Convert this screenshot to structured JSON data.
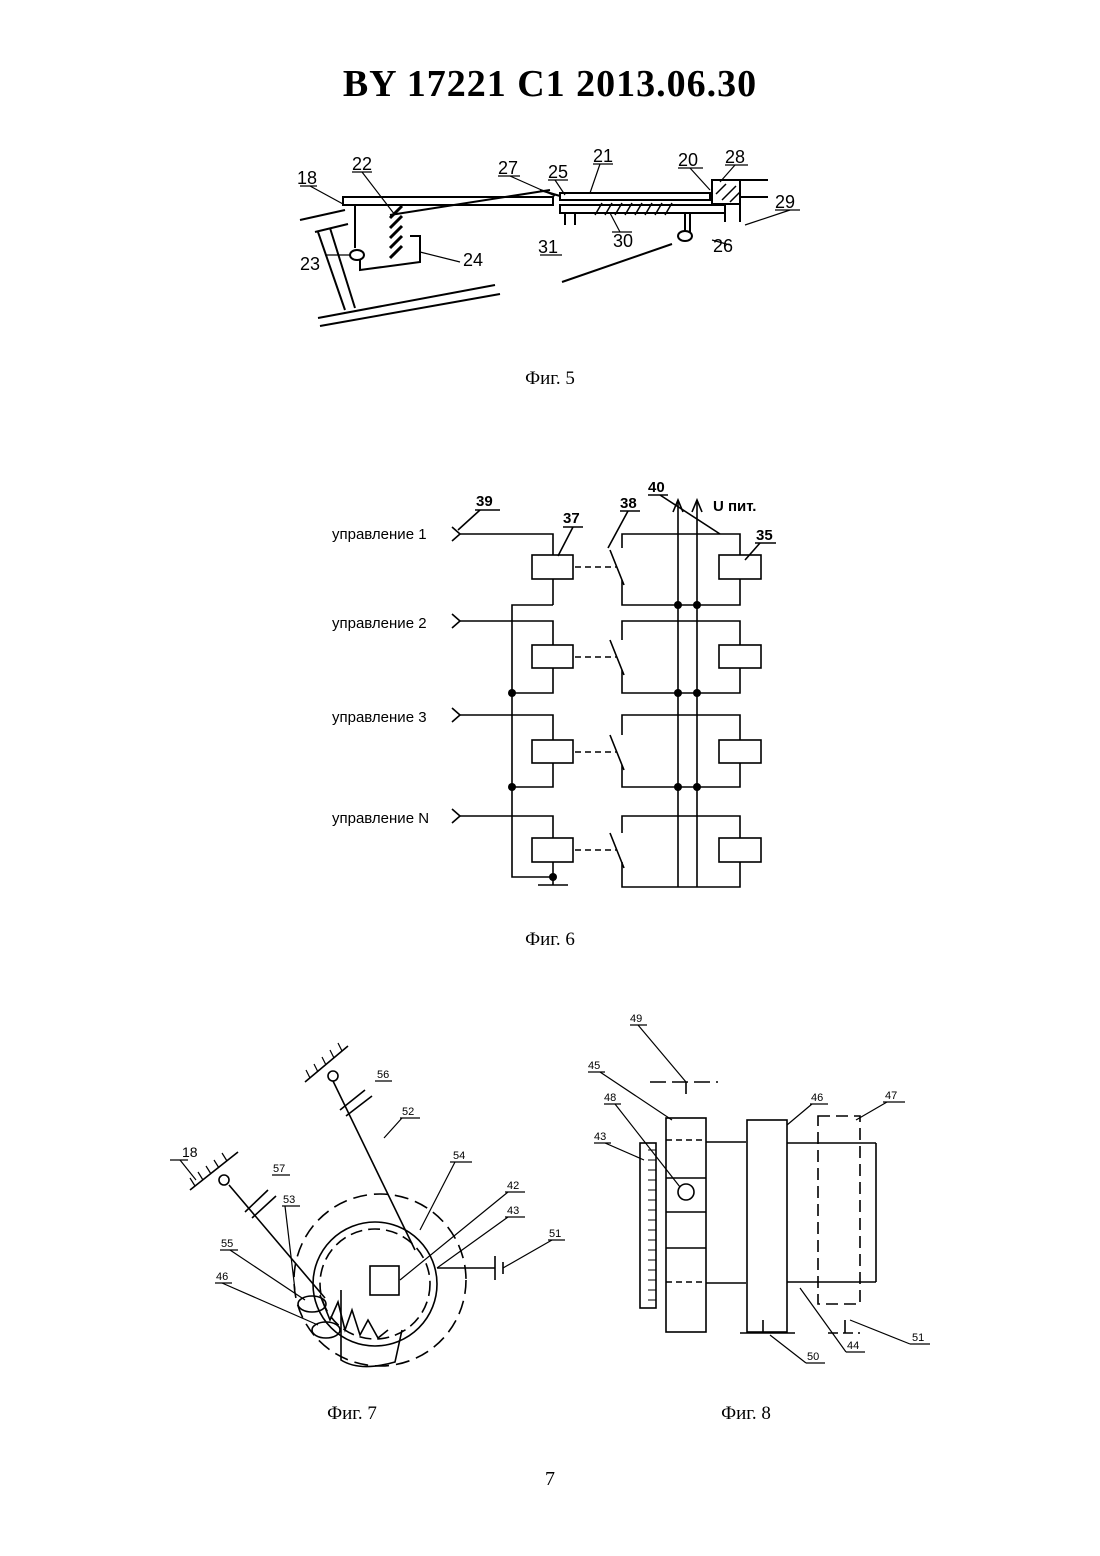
{
  "header": {
    "patent_id": "BY  17221  C1  2013.06.30"
  },
  "figures": {
    "fig5": {
      "caption": "Фиг. 5",
      "labels": [
        "18",
        "22",
        "23",
        "24",
        "27",
        "25",
        "21",
        "20",
        "28",
        "29",
        "30",
        "26",
        "31"
      ]
    },
    "fig6": {
      "caption": "Фиг. 6",
      "controls": [
        "управление  1",
        "управление  2",
        "управление  3",
        "управление  N"
      ],
      "labels": {
        "l39": "39",
        "l37": "37",
        "l38": "38",
        "l40": "40",
        "l35": "35",
        "supply": "U пит."
      }
    },
    "fig7": {
      "caption": "Фиг. 7",
      "labels": [
        "56",
        "52",
        "18",
        "57",
        "53",
        "54",
        "42",
        "43",
        "51",
        "55",
        "46"
      ]
    },
    "fig8": {
      "caption": "Фиг. 8",
      "labels": [
        "49",
        "45",
        "48",
        "43",
        "46",
        "47",
        "51",
        "50",
        "44"
      ]
    }
  },
  "page_number": "7"
}
